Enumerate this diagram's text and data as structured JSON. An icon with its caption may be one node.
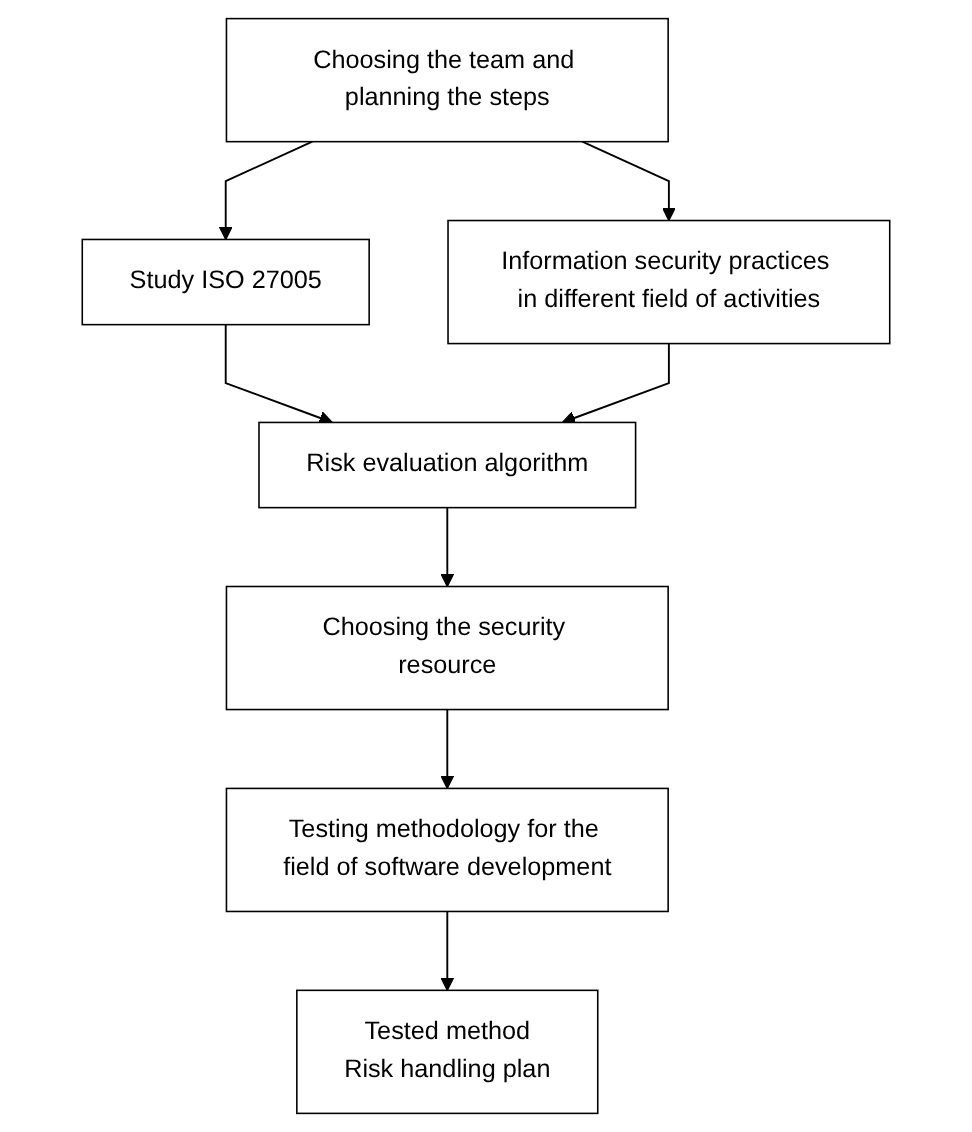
{
  "diagram": {
    "nodes": [
      {
        "text": [
          "Choosing the team and planning the steps"
        ]
      },
      {
        "text": [
          "Study ISO 27005"
        ]
      },
      {
        "text": [
          "Information security practices in different field of activities"
        ]
      },
      {
        "text": [
          "Risk evaluation algorithm"
        ]
      },
      {
        "text": [
          "Choosing the security resource"
        ]
      },
      {
        "text": [
          "Testing methodology for the field of software development"
        ]
      },
      {
        "text": [
          "Tested method",
          "Risk handling plan"
        ]
      }
    ],
    "edges": [
      {
        "from": 0,
        "to": 1,
        "arrow": "to"
      },
      {
        "from": 0,
        "to": 2,
        "arrow": "to"
      },
      {
        "from": 1,
        "to": 3,
        "arrow": "to"
      },
      {
        "from": 2,
        "to": 3,
        "arrow": "to"
      },
      {
        "from": 3,
        "to": 4,
        "arrow": "to"
      },
      {
        "from": 4,
        "to": 5,
        "arrow": "to"
      },
      {
        "from": 5,
        "to": 6,
        "arrow": "to"
      }
    ]
  }
}
